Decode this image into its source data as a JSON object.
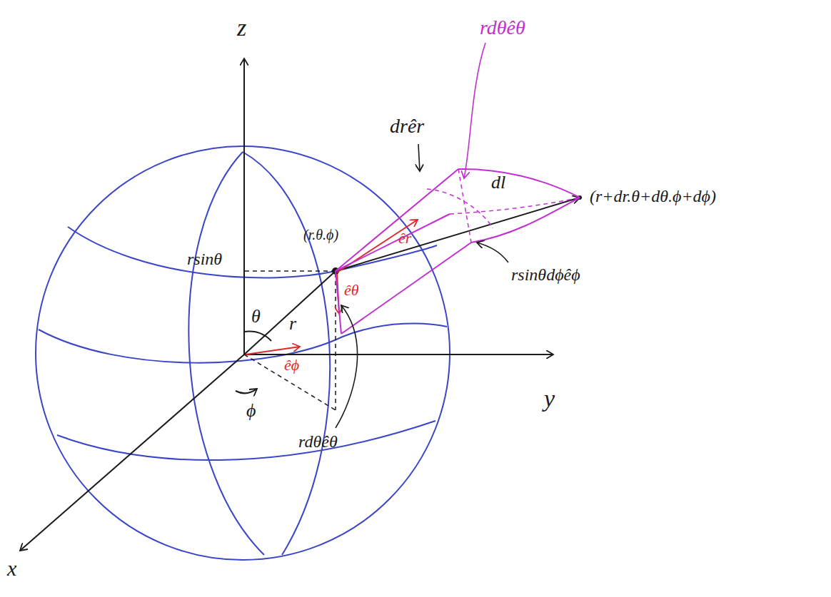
{
  "diagram": {
    "labels": [
      "z",
      "y",
      "x",
      "rsinθ",
      "θ",
      "r",
      "ϕ",
      "(r.θ.ϕ)",
      "êθ",
      "êr",
      "êϕ",
      "rdθêθ",
      "rdθêθ",
      "drêr",
      "dl⃗",
      "(r+dr.θ+dθ.ϕ+dϕ)",
      "rsinθdϕêϕ"
    ]
  }
}
